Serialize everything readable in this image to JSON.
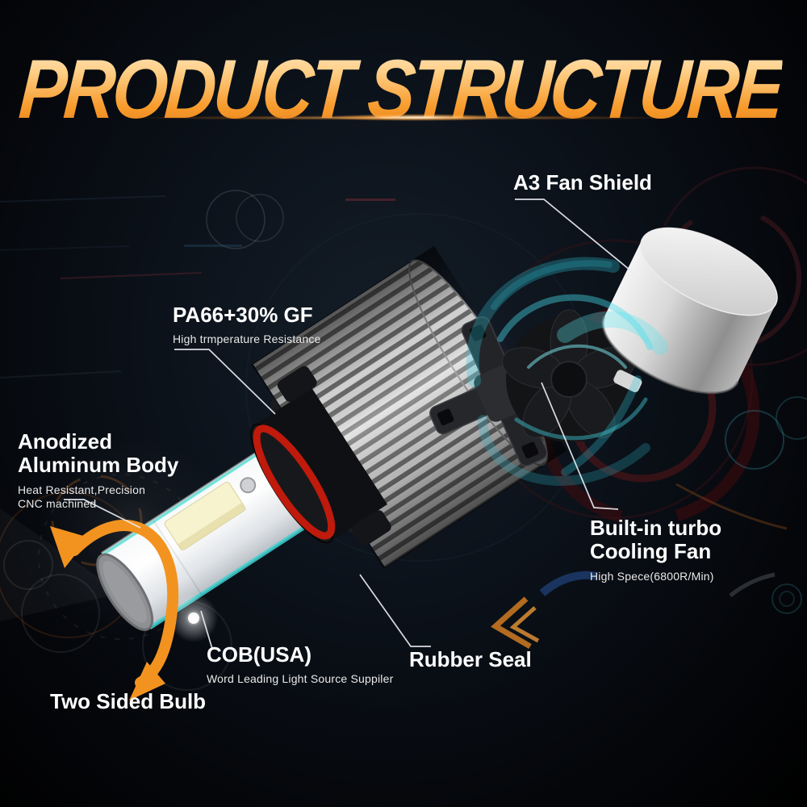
{
  "title": "PRODUCT STRUCTURE",
  "labels": {
    "fan_shield": {
      "title": "A3 Fan Shield"
    },
    "pa66": {
      "title": "PA66+30% GF",
      "subtitle": "High trmperature Resistance"
    },
    "aluminum_body": {
      "title": "Anodized Aluminum Body",
      "subtitle": "Heat Resistant,Precision CNC machined"
    },
    "cooling_fan": {
      "title": "Built-in turbo Cooling Fan",
      "subtitle": "High Spece(6800R/Min)"
    },
    "cob": {
      "title": "COB(USA)",
      "subtitle": "Word Leading Light Source Suppiler"
    },
    "rubber_seal": {
      "title": "Rubber Seal"
    },
    "two_sided_bulb": {
      "title": "Two Sided Bulb"
    }
  },
  "colors": {
    "title_gradient_top": "#ffe9c8",
    "title_gradient_bottom": "#e07a17",
    "accent_orange": "#f29320",
    "label_text": "#ffffff",
    "cyan_airflow": "#45dcea",
    "rubber_seal_red": "#bf1a0c",
    "background": "#0b1119"
  }
}
